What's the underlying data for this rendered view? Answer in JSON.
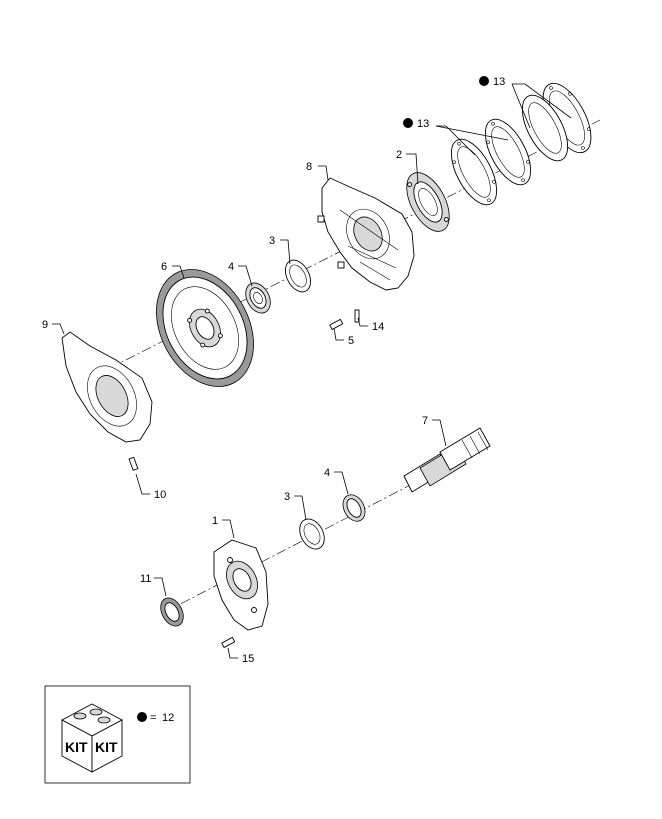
{
  "callouts": [
    {
      "id": "c13a",
      "text": "13",
      "bullet": true
    },
    {
      "id": "c13b",
      "text": "13",
      "bullet": true
    },
    {
      "id": "c8",
      "text": "8",
      "bullet": false
    },
    {
      "id": "c2",
      "text": "2",
      "bullet": false
    },
    {
      "id": "c3a",
      "text": "3",
      "bullet": false
    },
    {
      "id": "c6",
      "text": "6",
      "bullet": false
    },
    {
      "id": "c4a",
      "text": "4",
      "bullet": false
    },
    {
      "id": "c9",
      "text": "9",
      "bullet": false
    },
    {
      "id": "c14",
      "text": "14",
      "bullet": false
    },
    {
      "id": "c5",
      "text": "5",
      "bullet": false
    },
    {
      "id": "c10",
      "text": "10",
      "bullet": false
    },
    {
      "id": "c7",
      "text": "7",
      "bullet": false
    },
    {
      "id": "c4b",
      "text": "4",
      "bullet": false
    },
    {
      "id": "c3b",
      "text": "3",
      "bullet": false
    },
    {
      "id": "c1",
      "text": "1",
      "bullet": false
    },
    {
      "id": "c11",
      "text": "11",
      "bullet": false
    },
    {
      "id": "c15",
      "text": "15",
      "bullet": false
    }
  ],
  "legend": {
    "kit_text_left": "KIT",
    "kit_text_right": "KIT",
    "equals": "=",
    "value": "12",
    "icon": "kit-box-icon"
  }
}
